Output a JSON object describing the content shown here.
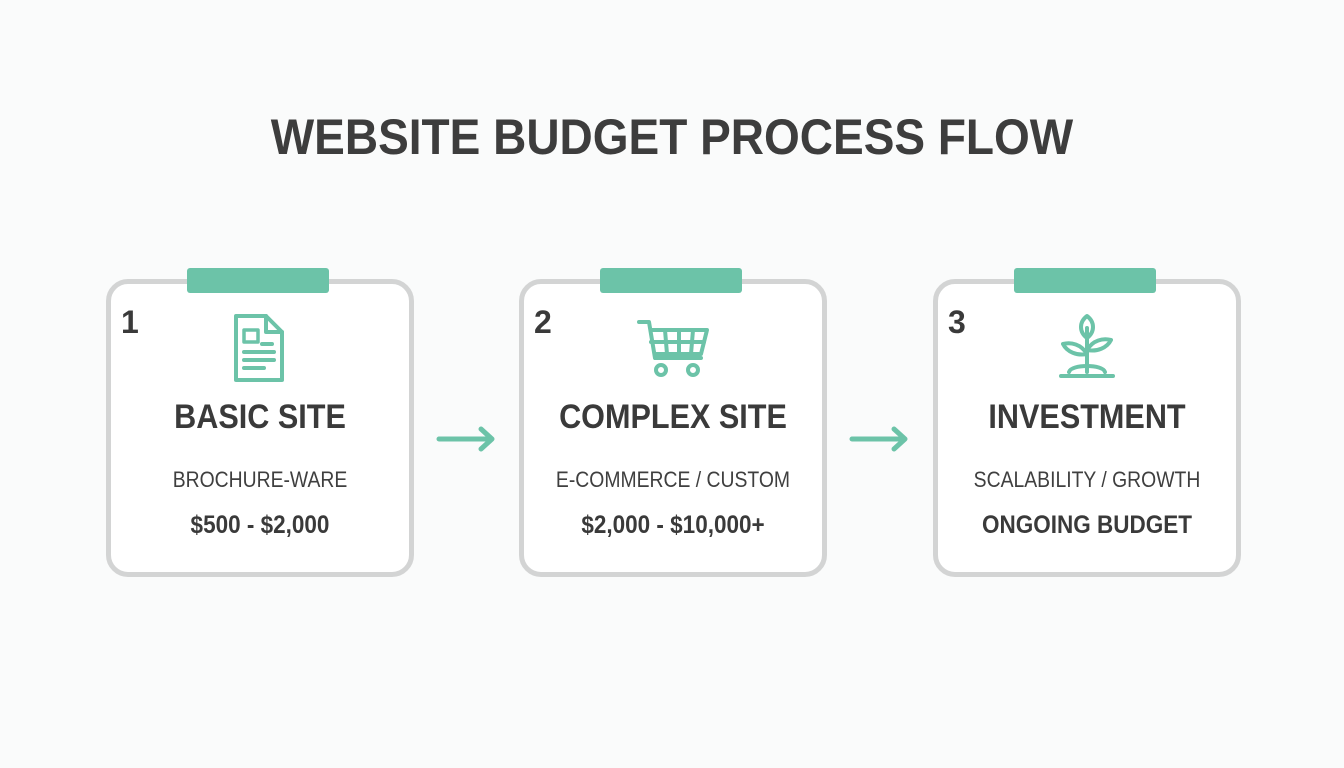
{
  "title": "WEBSITE BUDGET PROCESS FLOW",
  "colors": {
    "accent": "#6cc3a8",
    "border": "#d3d4d4",
    "text": "#3a3a3a",
    "background": "#fafbfb"
  },
  "steps": [
    {
      "number": "1",
      "icon": "document-icon",
      "heading": "BASIC SITE",
      "subtitle": "BROCHURE-WARE",
      "price": "$500 - $2,000"
    },
    {
      "number": "2",
      "icon": "shopping-cart-icon",
      "heading": "COMPLEX SITE",
      "subtitle": "E-COMMERCE / CUSTOM",
      "price": "$2,000 - $10,000+"
    },
    {
      "number": "3",
      "icon": "sprout-icon",
      "heading": "INVESTMENT",
      "subtitle": "SCALABILITY / GROWTH",
      "price": "ONGOING BUDGET"
    }
  ],
  "connectors": [
    {
      "from": "1",
      "to": "2",
      "icon": "arrow-right-icon"
    },
    {
      "from": "2",
      "to": "3",
      "icon": "arrow-right-icon"
    }
  ]
}
